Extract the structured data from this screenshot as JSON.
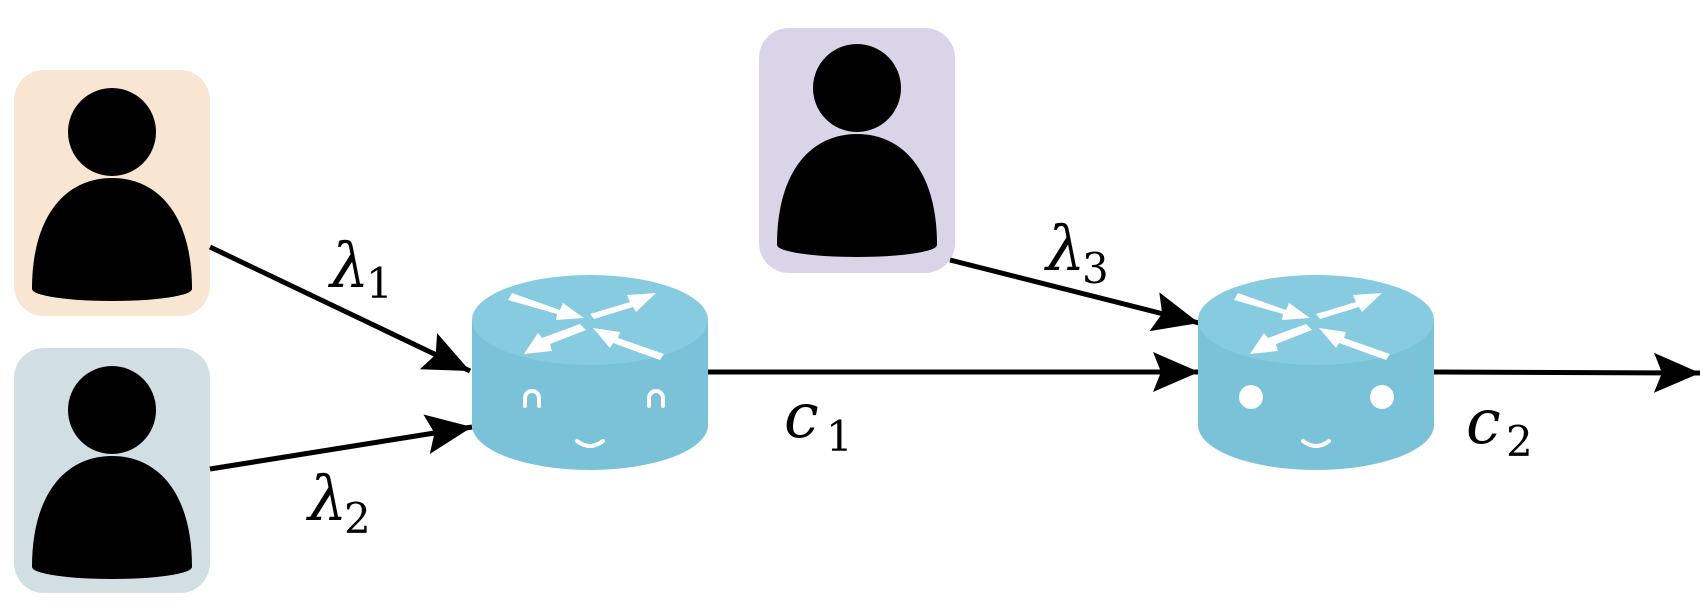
{
  "colors": {
    "user1_bg": "#f8e6d3",
    "user2_bg": "#d1dfe3",
    "user3_bg": "#d9d4e8",
    "router_body": "#79c2d8",
    "router_top": "#86cbe0",
    "silhouette": "#000000",
    "arrow": "#000000"
  },
  "users": [
    {
      "id": "user-1",
      "icon": "person-icon"
    },
    {
      "id": "user-2",
      "icon": "person-icon"
    },
    {
      "id": "user-3",
      "icon": "person-icon"
    }
  ],
  "routers": [
    {
      "id": "router-1",
      "icon": "router-icon",
      "face": "happy-closed-eyes"
    },
    {
      "id": "router-2",
      "icon": "router-icon",
      "face": "neutral-dot-eyes"
    }
  ],
  "labels": {
    "lambda1": {
      "main": "λ",
      "sub": "1"
    },
    "lambda2": {
      "main": "λ",
      "sub": "2"
    },
    "lambda3": {
      "main": "λ",
      "sub": "3"
    },
    "c1": {
      "main": "c",
      "sub": "1"
    },
    "c2": {
      "main": "c",
      "sub": "2"
    }
  }
}
